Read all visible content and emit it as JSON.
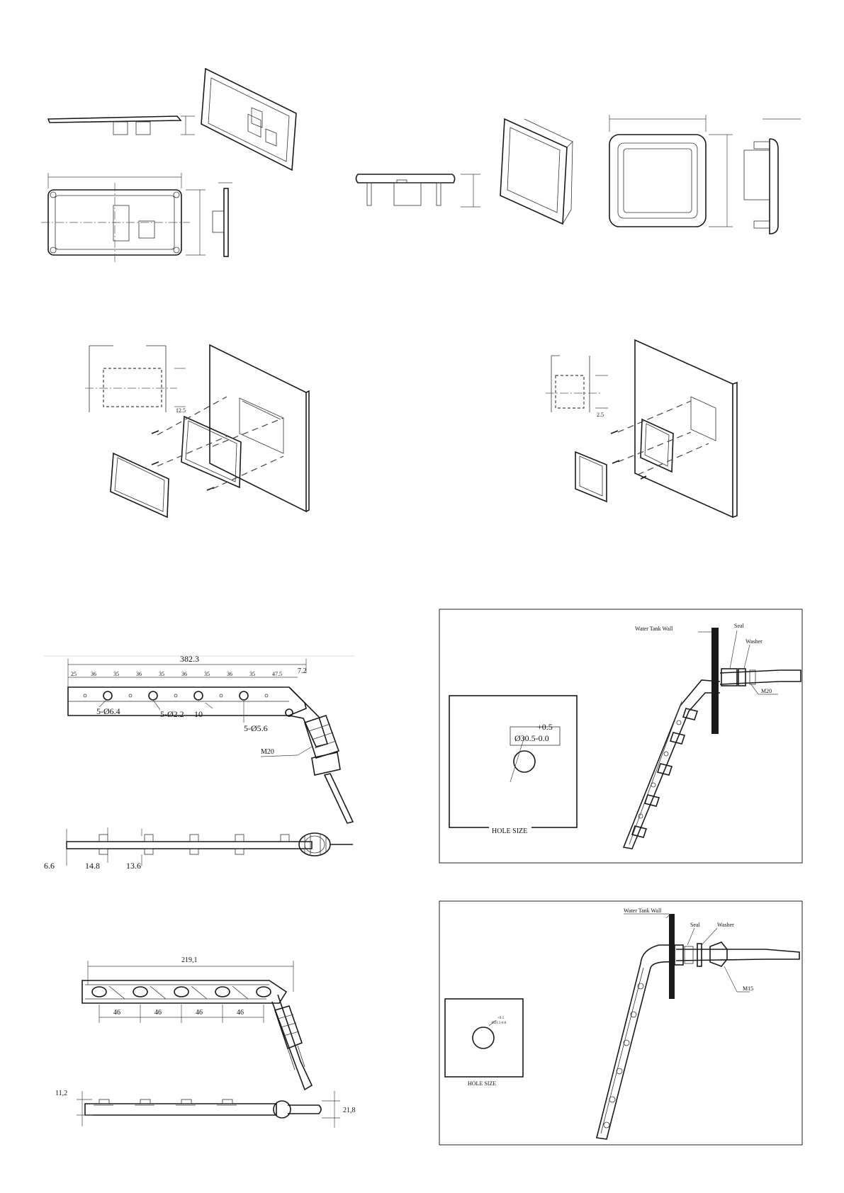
{
  "sensor_long": {
    "total_length": "382.3",
    "spacings": [
      "25",
      "36",
      "35",
      "36",
      "35",
      "36",
      "35",
      "36",
      "35",
      "47.5"
    ],
    "angle_dim": "7.2",
    "hole_a": "5-Ø6.4",
    "hole_b": "5-Ø2.2",
    "hole_c": "5-Ø5.6",
    "width": "10",
    "thread": "M20",
    "side_a": "6.6",
    "side_b": "14.8",
    "side_c": "13.6"
  },
  "sensor_short": {
    "total_length": "219,1",
    "spacings": [
      "46",
      "46",
      "46",
      "46"
    ],
    "height_a": "11,2",
    "height_b": "21,8"
  },
  "install_m20": {
    "wall_label": "Water Tank Wall",
    "seal_label": "Seal",
    "washer_label": "Washer",
    "thread_label": "M20",
    "tol_upper": "+0.5",
    "hole_dia": "Ø30.5-0.0",
    "hole_caption": "HOLE SIZE"
  },
  "install_m15": {
    "wall_label": "Water Tank Wall",
    "seal_label": "Seal",
    "washer_label": "Washer",
    "thread_label": "M15",
    "tol_upper": "+0.5",
    "hole_dia": "Ø21.5-0.0",
    "hole_caption": "HOLE SIZE"
  }
}
